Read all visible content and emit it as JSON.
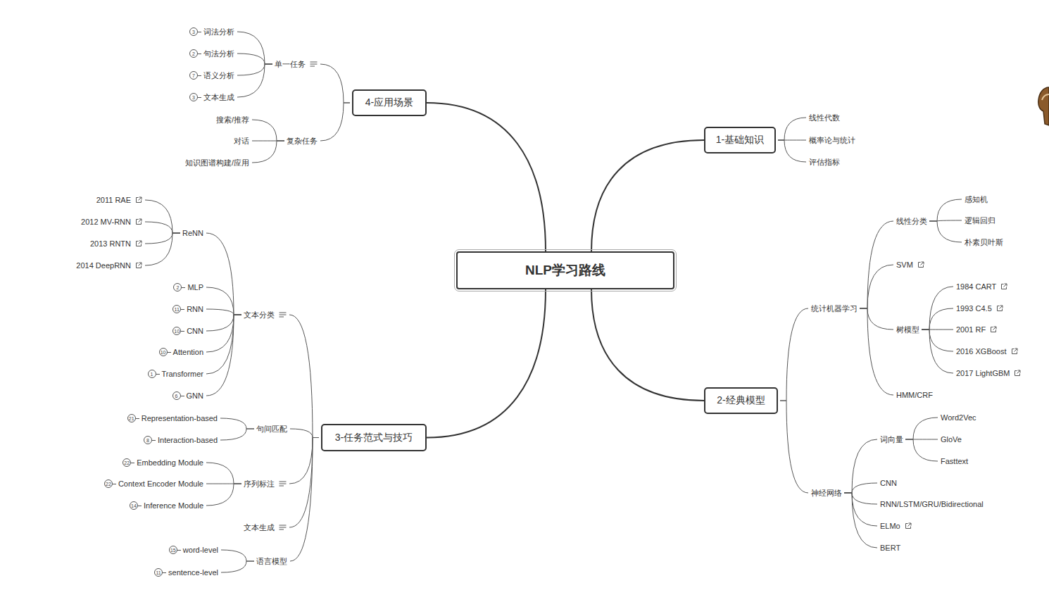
{
  "diagram": {
    "nodes": [
      {
        "text": [
          "NLP学习路线"
        ]
      },
      {
        "text": [
          "1-基础知识"
        ]
      },
      {
        "text": [
          "线性代数"
        ]
      },
      {
        "text": [
          "概率论与统计"
        ]
      },
      {
        "text": [
          "评估指标"
        ]
      },
      {
        "text": [
          "2-经典模型"
        ]
      },
      {
        "text": [
          "统计机器学习"
        ]
      },
      {
        "text": [
          "线性分类"
        ]
      },
      {
        "text": [
          "感知机"
        ]
      },
      {
        "text": [
          "逻辑回归"
        ]
      },
      {
        "text": [
          "朴素贝叶斯"
        ]
      },
      {
        "text": [
          "SVM"
        ]
      },
      {
        "text": [
          "树模型"
        ]
      },
      {
        "text": [
          "1984 CART"
        ]
      },
      {
        "text": [
          "1993 C4.5"
        ]
      },
      {
        "text": [
          "2001 RF"
        ]
      },
      {
        "text": [
          "2016 XGBoost"
        ]
      },
      {
        "text": [
          "2017 LightGBM"
        ]
      },
      {
        "text": [
          "HMM/CRF"
        ]
      },
      {
        "text": [
          "神经网络"
        ]
      },
      {
        "text": [
          "词向量"
        ]
      },
      {
        "text": [
          "Word2Vec"
        ]
      },
      {
        "text": [
          "GloVe"
        ]
      },
      {
        "text": [
          "Fasttext"
        ]
      },
      {
        "text": [
          "CNN"
        ]
      },
      {
        "text": [
          "RNN/LSTM/GRU/Bidirectional"
        ]
      },
      {
        "text": [
          "ELMo"
        ]
      },
      {
        "text": [
          "BERT"
        ]
      },
      {
        "text": [
          "3-任务范式与技巧"
        ]
      },
      {
        "text": [
          "文本分类"
        ]
      },
      {
        "text": [
          "ReNN"
        ]
      },
      {
        "text": [
          "2011 RAE"
        ]
      },
      {
        "text": [
          "2012 MV-RNN"
        ]
      },
      {
        "text": [
          "2013 RNTN"
        ]
      },
      {
        "text": [
          "2014 DeepRNN"
        ]
      },
      {
        "text": [
          "MLP",
          "2"
        ]
      },
      {
        "text": [
          "RNN",
          "11"
        ]
      },
      {
        "text": [
          "CNN",
          "10"
        ]
      },
      {
        "text": [
          "Attention",
          "10"
        ]
      },
      {
        "text": [
          "Transformer",
          "1"
        ]
      },
      {
        "text": [
          "GNN",
          "6"
        ]
      },
      {
        "text": [
          "句间匹配"
        ]
      },
      {
        "text": [
          "Representation-based",
          "21"
        ]
      },
      {
        "text": [
          "Interaction-based",
          "8"
        ]
      },
      {
        "text": [
          "序列标注"
        ]
      },
      {
        "text": [
          "Embedding Module",
          "22"
        ]
      },
      {
        "text": [
          "Context Encoder Module",
          "22"
        ]
      },
      {
        "text": [
          "Inference Module",
          "14"
        ]
      },
      {
        "text": [
          "文本生成"
        ]
      },
      {
        "text": [
          "语言模型"
        ]
      },
      {
        "text": [
          "word-level",
          "15"
        ]
      },
      {
        "text": [
          "sentence-level",
          "11"
        ]
      },
      {
        "text": [
          "4-应用场景"
        ]
      },
      {
        "text": [
          "单一任务"
        ]
      },
      {
        "text": [
          "词法分析",
          "3"
        ]
      },
      {
        "text": [
          "句法分析",
          "2"
        ]
      },
      {
        "text": [
          "语义分析",
          "7"
        ]
      },
      {
        "text": [
          "文本生成",
          "3"
        ]
      },
      {
        "text": [
          "复杂任务"
        ]
      },
      {
        "text": [
          "搜索/推荐"
        ]
      },
      {
        "text": [
          "对话"
        ]
      },
      {
        "text": [
          "知识图谱构建/应用"
        ]
      }
    ],
    "edges": [
      {
        "from": 0,
        "to": 1,
        "arrow": "none"
      },
      {
        "from": 0,
        "to": 5,
        "arrow": "none"
      },
      {
        "from": 0,
        "to": 28,
        "arrow": "none"
      },
      {
        "from": 0,
        "to": 52,
        "arrow": "none"
      },
      {
        "from": 1,
        "to": 2,
        "arrow": "none"
      },
      {
        "from": 1,
        "to": 3,
        "arrow": "none"
      },
      {
        "from": 1,
        "to": 4,
        "arrow": "none"
      },
      {
        "from": 5,
        "to": 6,
        "arrow": "none"
      },
      {
        "from": 5,
        "to": 19,
        "arrow": "none"
      },
      {
        "from": 6,
        "to": 7,
        "arrow": "none"
      },
      {
        "from": 6,
        "to": 11,
        "arrow": "none"
      },
      {
        "from": 6,
        "to": 12,
        "arrow": "none"
      },
      {
        "from": 6,
        "to": 18,
        "arrow": "none"
      },
      {
        "from": 7,
        "to": 8,
        "arrow": "none"
      },
      {
        "from": 7,
        "to": 9,
        "arrow": "none"
      },
      {
        "from": 7,
        "to": 10,
        "arrow": "none"
      },
      {
        "from": 12,
        "to": 13,
        "arrow": "none"
      },
      {
        "from": 12,
        "to": 14,
        "arrow": "none"
      },
      {
        "from": 12,
        "to": 15,
        "arrow": "none"
      },
      {
        "from": 12,
        "to": 16,
        "arrow": "none"
      },
      {
        "from": 12,
        "to": 17,
        "arrow": "none"
      },
      {
        "from": 19,
        "to": 20,
        "arrow": "none"
      },
      {
        "from": 19,
        "to": 24,
        "arrow": "none"
      },
      {
        "from": 19,
        "to": 25,
        "arrow": "none"
      },
      {
        "from": 19,
        "to": 26,
        "arrow": "none"
      },
      {
        "from": 19,
        "to": 27,
        "arrow": "none"
      },
      {
        "from": 20,
        "to": 21,
        "arrow": "none"
      },
      {
        "from": 20,
        "to": 22,
        "arrow": "none"
      },
      {
        "from": 20,
        "to": 23,
        "arrow": "none"
      },
      {
        "from": 28,
        "to": 29,
        "arrow": "none"
      },
      {
        "from": 28,
        "to": 41,
        "arrow": "none"
      },
      {
        "from": 28,
        "to": 44,
        "arrow": "none"
      },
      {
        "from": 28,
        "to": 48,
        "arrow": "none"
      },
      {
        "from": 28,
        "to": 49,
        "arrow": "none"
      },
      {
        "from": 29,
        "to": 30,
        "arrow": "none"
      },
      {
        "from": 29,
        "to": 35,
        "arrow": "none"
      },
      {
        "from": 29,
        "to": 36,
        "arrow": "none"
      },
      {
        "from": 29,
        "to": 37,
        "arrow": "none"
      },
      {
        "from": 29,
        "to": 38,
        "arrow": "none"
      },
      {
        "from": 29,
        "to": 39,
        "arrow": "none"
      },
      {
        "from": 29,
        "to": 40,
        "arrow": "none"
      },
      {
        "from": 30,
        "to": 31,
        "arrow": "none"
      },
      {
        "from": 30,
        "to": 32,
        "arrow": "none"
      },
      {
        "from": 30,
        "to": 33,
        "arrow": "none"
      },
      {
        "from": 30,
        "to": 34,
        "arrow": "none"
      },
      {
        "from": 41,
        "to": 42,
        "arrow": "none"
      },
      {
        "from": 41,
        "to": 43,
        "arrow": "none"
      },
      {
        "from": 44,
        "to": 45,
        "arrow": "none"
      },
      {
        "from": 44,
        "to": 46,
        "arrow": "none"
      },
      {
        "from": 44,
        "to": 47,
        "arrow": "none"
      },
      {
        "from": 49,
        "to": 50,
        "arrow": "none"
      },
      {
        "from": 49,
        "to": 51,
        "arrow": "none"
      },
      {
        "from": 52,
        "to": 53,
        "arrow": "none"
      },
      {
        "from": 52,
        "to": 58,
        "arrow": "none"
      },
      {
        "from": 53,
        "to": 54,
        "arrow": "none"
      },
      {
        "from": 53,
        "to": 55,
        "arrow": "none"
      },
      {
        "from": 53,
        "to": 56,
        "arrow": "none"
      },
      {
        "from": 53,
        "to": 57,
        "arrow": "none"
      },
      {
        "from": 58,
        "to": 59,
        "arrow": "none"
      },
      {
        "from": 58,
        "to": 60,
        "arrow": "none"
      },
      {
        "from": 58,
        "to": 61,
        "arrow": "none"
      }
    ]
  }
}
